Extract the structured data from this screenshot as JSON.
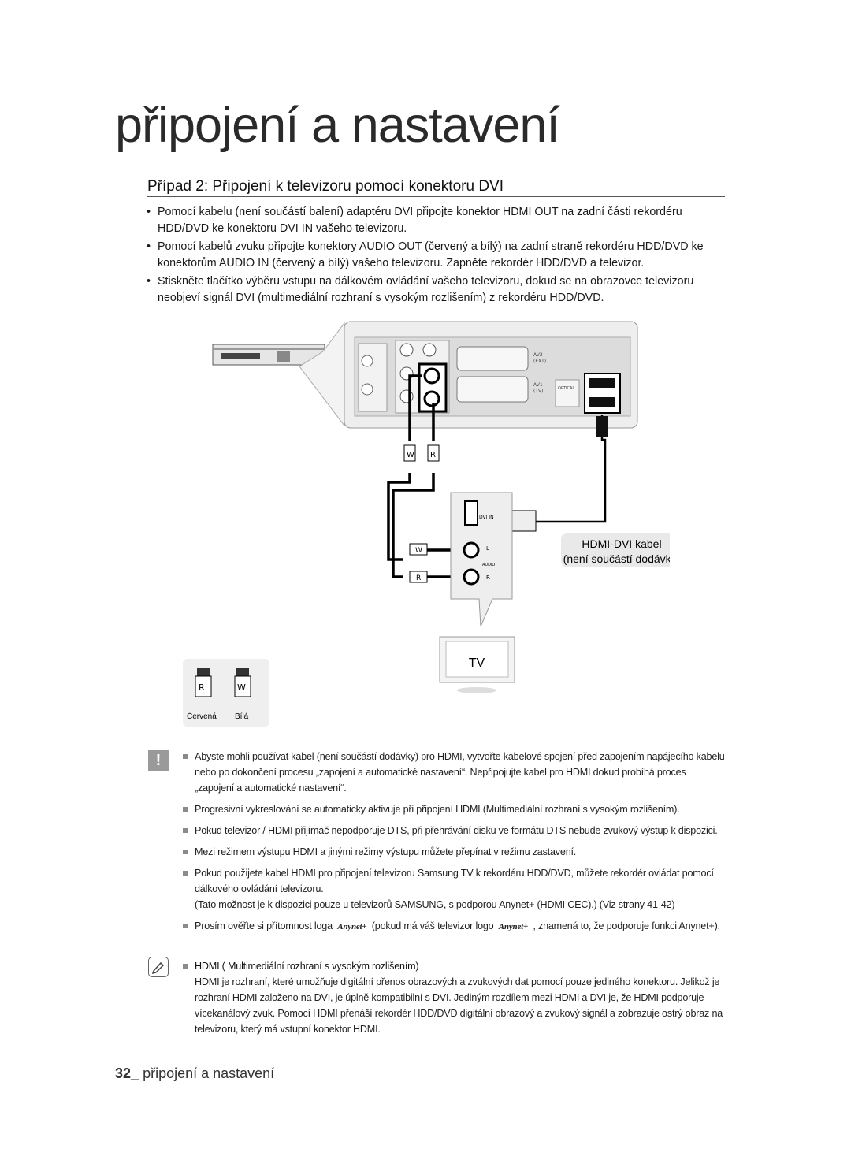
{
  "page": {
    "title": "připojení a nastavení",
    "section_heading": "Případ 2: Připojení k televizoru pomocí konektoru DVI"
  },
  "bullets": [
    "Pomocí kabelu (není součástí balení) adaptéru DVI připojte konektor HDMI OUT na zadní části rekordéru HDD/DVD ke konektoru DVI IN vašeho televizoru.",
    "Pomocí kabelů zvuku připojte konektory AUDIO OUT (červený a bílý) na zadní straně rekordéru HDD/DVD ke konektorům AUDIO IN (červený a bílý) vašeho televizoru. Zapněte rekordér HDD/DVD a televizor.",
    "Stiskněte tlačítko výběru vstupu na dálkovém ovládání vašeho televizoru, dokud se na obrazovce televizoru neobjeví signál DVI (multimediální rozhraní s vysokým rozlišením) z rekordéru HDD/DVD."
  ],
  "diagram": {
    "hdmi_dvi_label_line1": "HDMI-DVI kabel",
    "hdmi_dvi_label_line2": "(není součástí dodávky)",
    "tv_label": "TV",
    "dvi_in": "DVI IN",
    "audio": "AUDIO",
    "audio_l": "L",
    "audio_r": "R",
    "plug_w": "W",
    "plug_r": "R",
    "legend_red_plug": "R",
    "legend_white_plug": "W",
    "legend_red": "Červená",
    "legend_white": "Bílá",
    "av2": "AV2",
    "av2_ext": "(EXT)",
    "av1": "AV1",
    "av1_tv": "(TV)",
    "optical": "OPTICAL"
  },
  "notes": [
    "Abyste mohli používat kabel (není součástí dodávky) pro HDMI, vytvořte kabelové spojení před zapojením napájecího kabelu nebo po dokončení procesu „zapojení a automatické nastavení“. Nepřipojujte kabel pro HDMI dokud probíhá proces „zapojení a automatické nastavení“.",
    "Progresivní vykreslování se automaticky aktivuje při připojení HDMI (Multimediální rozhraní s vysokým rozlišením).",
    "Pokud televizor / HDMI přijímač nepodporuje DTS, při přehrávání disku ve formátu DTS nebude zvukový výstup k dispozici.",
    "Mezi režimem výstupu HDMI a jinými režimy výstupu můžete přepínat v režimu zastavení."
  ],
  "note_anynet": {
    "text": "Pokud použijete kabel HDMI pro připojení televizoru Samsung TV k rekordéru HDD/DVD, můžete rekordér ovládat pomocí dálkového ovládání televizoru.",
    "sub": "(Tato možnost je k dispozici pouze u televizorů SAMSUNG, s podporou Anynet+ (HDMI CEC).) (Viz strany 41-42)"
  },
  "note_logo": {
    "part1": "Prosím ověřte si přítomnost loga",
    "logo": "Anynet+",
    "part2": "(pokud má váš televizor logo",
    "part3": ", znamená to, že podporuje funkci Anynet+)."
  },
  "hdmi_info": {
    "title": "HDMI ( Multimediální rozhraní s vysokým rozlišením)",
    "body": "HDMI je rozhraní, které umožňuje digitální přenos obrazových a zvukových dat pomocí pouze jediného konektoru. Jelikož je rozhraní HDMI  založeno na DVI, je úplně kompatibilní s DVI. Jediným rozdílem mezi HDMI  a DVI je, že HDMI podporuje vícekanálový zvuk. Pomocí HDMI přenáší rekordér HDD/DVD digitální obrazový a zvukový signál a zobrazuje ostrý obraz na televizoru, který má vstupní konektor HDMI."
  },
  "footer": {
    "page_number": "32_",
    "section": "připojení a nastavení"
  }
}
